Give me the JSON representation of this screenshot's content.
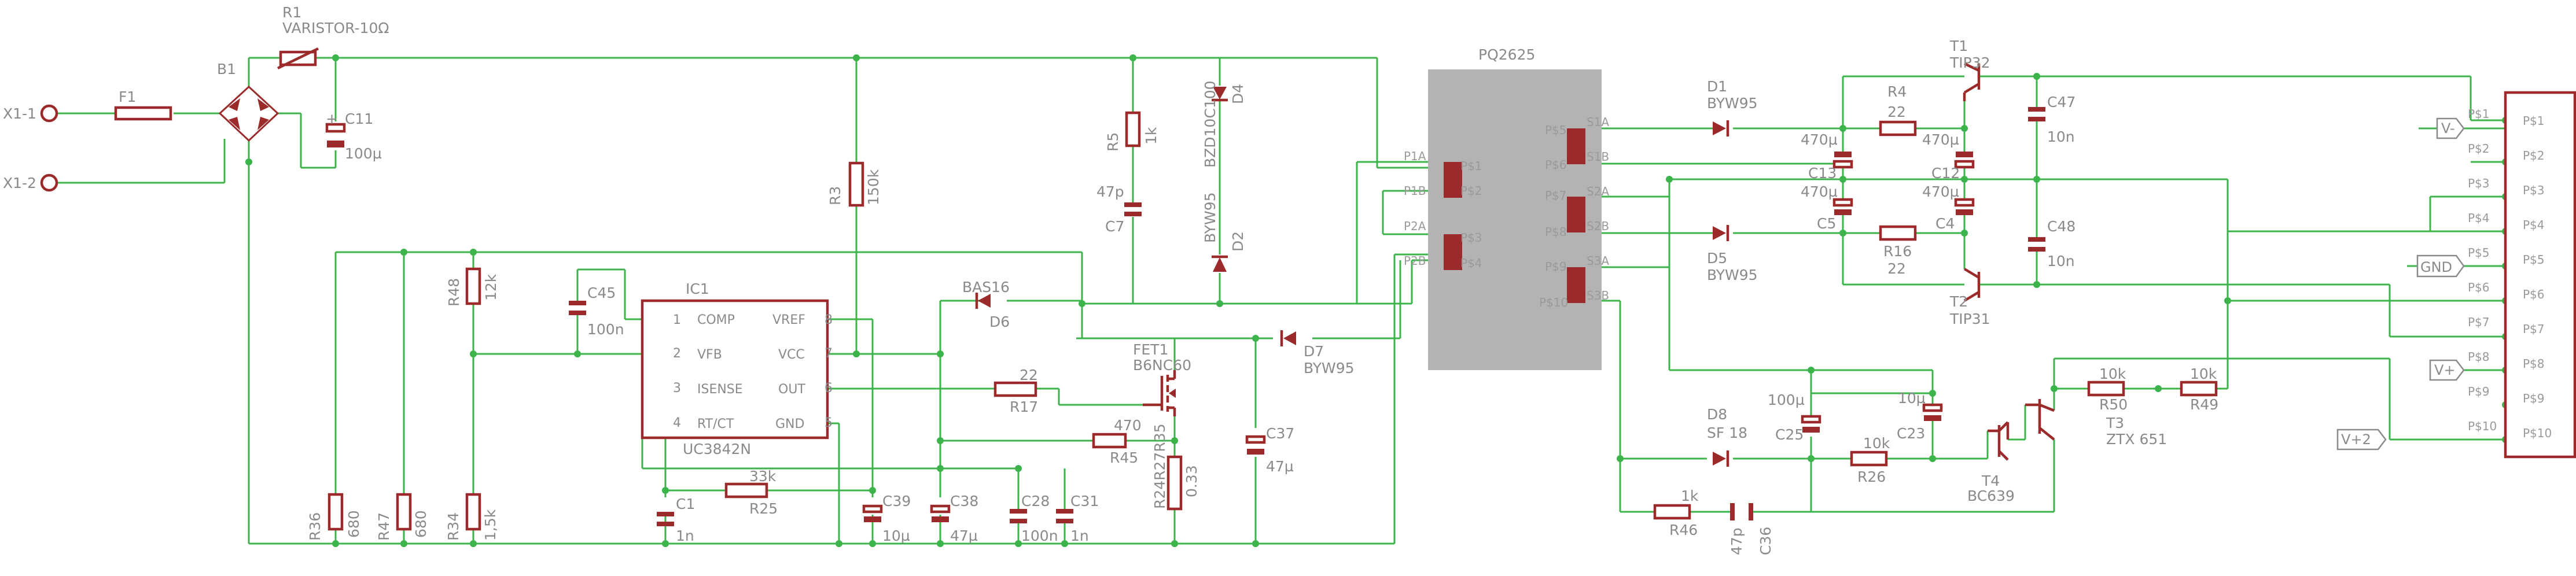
{
  "title": "",
  "connectors": {
    "x1_1": "X1-1",
    "x1_2": "X1-2"
  },
  "components": {
    "F1": "F1",
    "R1": "R1",
    "R1_value": "VARISTOR-10Ω",
    "B1": "B1",
    "C11": "C11",
    "C11_value": "100µ",
    "R3": "R3",
    "R3_value": "150k",
    "R5": "R5",
    "R5_value": "1k",
    "C7": "C7",
    "C7_value": "47p",
    "D4": "D4",
    "D4_value": "BZD10C100",
    "D2": "D2",
    "D2_value": "BYW95",
    "R48": "R48",
    "R48_value": "12k",
    "C45": "C45",
    "C45_value": "100n",
    "IC1": "IC1",
    "IC1_value": "UC3842N",
    "BAS16": "BAS16",
    "D6": "D6",
    "R17": "R17",
    "R17_value": "22",
    "FET1": "FET1",
    "FET1_value": "B6NC60",
    "D7": "D7",
    "D7_value": "BYW95",
    "R45": "R45",
    "R45_value": "470",
    "R24R27R35": "R24R27R35",
    "R24_value": "0.33",
    "C37": "C37",
    "C37_value": "47µ",
    "R36": "R36",
    "R36_value": "680",
    "R47": "R47",
    "R47_value": "680",
    "R34": "R34",
    "R34_value": "1,5k",
    "C1": "C1",
    "C1_value": "1n",
    "R25": "R25",
    "R25_value": "33k",
    "C39": "C39",
    "C39_value": "10µ",
    "C38": "C38",
    "C38_value": "47µ",
    "C28": "C28",
    "C28_value": "100n",
    "C31": "C31",
    "C31_value": "1n",
    "PQ": "PQ2625",
    "D1": "D1",
    "D1_value": "BYW95",
    "D5": "D5",
    "D5_value": "BYW95",
    "C13": "C13",
    "C13_value": "470µ",
    "C5": "C5",
    "C5_value": "470µ",
    "R4": "R4",
    "R4_value": "22",
    "R16": "R16",
    "R16_value": "22",
    "C12": "C12",
    "C12_value": "470µ",
    "C4": "C4",
    "C4_value": "470µ",
    "T1": "T1",
    "T1_value": "TIP32",
    "T2": "T2",
    "T2_value": "TIP31",
    "C47": "C47",
    "C47_value": "10n",
    "C48": "C48",
    "C48_value": "10n",
    "D8": "D8",
    "D8_value": "SF 18",
    "C25": "C25",
    "C25_value": "100µ",
    "R26": "R26",
    "R26_value": "10k",
    "C23": "C23",
    "C23_value": "10µ",
    "T4": "T4",
    "T4_value": "BC639",
    "T3": "T3",
    "T3_value": "ZTX 651",
    "R50": "R50",
    "R50_value": "10k",
    "R49": "R49",
    "R49_value": "10k",
    "R46": "R46",
    "R46_value": "1k",
    "C36": "C36",
    "C36_value": "47p"
  },
  "ic1_pins": {
    "n1": "1",
    "n2": "2",
    "n3": "3",
    "n4": "4",
    "n5": "5",
    "n6": "6",
    "n7": "7",
    "n8": "8",
    "comp": "COMP",
    "vfb": "VFB",
    "isense": "ISENSE",
    "rtct": "RT/CT",
    "vref": "VREF",
    "vcc": "VCC",
    "out": "OUT",
    "gnd": "GND"
  },
  "transformer_pins": {
    "p1a": "P1A",
    "p1b": "P1B",
    "p2a": "P2A",
    "p2b": "P2B",
    "s1a": "S1A",
    "s1b": "S1B",
    "s2a": "S2A",
    "s2b": "S2B",
    "s3a": "S3A",
    "s3b": "S3B",
    "ps1": "P$1",
    "ps2": "P$2",
    "ps3": "P$3",
    "ps4": "P$4",
    "ps5": "P$5",
    "ps6": "P$6",
    "ps7": "P$7",
    "ps8": "P$8",
    "ps9": "P$9",
    "ps10": "P$10"
  },
  "output_connector": {
    "pins": [
      "P$1",
      "P$2",
      "P$3",
      "P$4",
      "P$5",
      "P$6",
      "P$7",
      "P$8",
      "P$9",
      "P$10"
    ],
    "net_labels": {
      "vminus": "V-",
      "gnd": "GND",
      "vplus": "V+",
      "vplus2": "V+2"
    }
  },
  "colors": {
    "wire": "#3cb44b",
    "component": "#9b2a2a",
    "text": "#8a8a8a",
    "transformer_body": "#b3b3b3"
  }
}
